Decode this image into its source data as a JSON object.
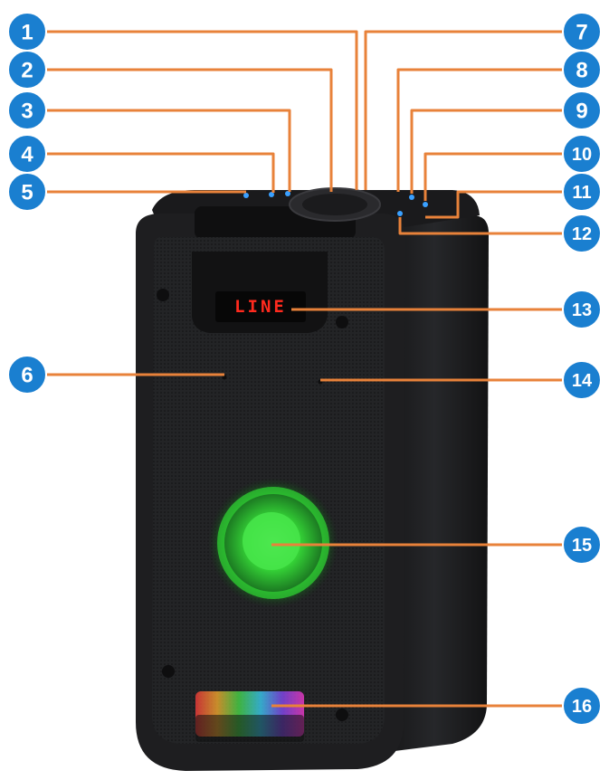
{
  "colors": {
    "badge": "#1a7fd0",
    "leader": "#e8823a",
    "display_text": "#ff2a1e",
    "speaker_body": "#1e1e20",
    "grille": "#232426",
    "woofer_glow": "#39e23a"
  },
  "display": {
    "text": "LINE"
  },
  "callouts": [
    {
      "number": "1"
    },
    {
      "number": "2"
    },
    {
      "number": "3"
    },
    {
      "number": "4"
    },
    {
      "number": "5"
    },
    {
      "number": "6"
    },
    {
      "number": "7"
    },
    {
      "number": "8"
    },
    {
      "number": "9"
    },
    {
      "number": "10"
    },
    {
      "number": "11"
    },
    {
      "number": "12"
    },
    {
      "number": "13"
    },
    {
      "number": "14"
    },
    {
      "number": "15"
    },
    {
      "number": "16"
    }
  ]
}
